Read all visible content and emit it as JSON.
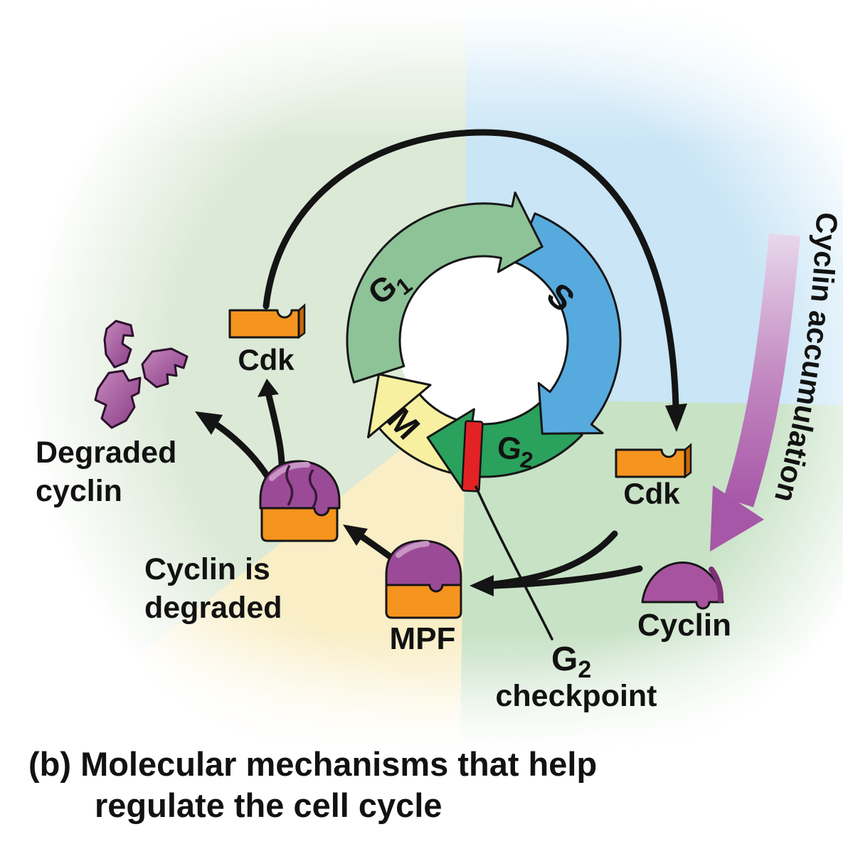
{
  "diagram": {
    "ring": {
      "g1": "G",
      "g1_sub": "1",
      "s": "S",
      "g2": "G",
      "g2_sub": "2",
      "m": "M"
    },
    "labels": {
      "cdk": "Cdk",
      "cyclin": "Cyclin",
      "mpf": "MPF",
      "degraded_line1": "Degraded",
      "degraded_line2": "cyclin",
      "cyclin_degraded_line1": "Cyclin is",
      "cyclin_degraded_line2": "degraded",
      "checkpoint_g": "G",
      "checkpoint_g_sub": "2",
      "checkpoint_word": "checkpoint",
      "cyclin_accumulation": "Cyclin accumulation"
    },
    "caption": {
      "line1": "(b) Molecular mechanisms that help",
      "line2": "regulate the cell cycle"
    },
    "colors": {
      "g1_arrow": "#8ec297",
      "s_arrow": "#57aade",
      "g2_arrow": "#2aa15c",
      "m_arrow": "#f7f0a0",
      "checkpoint_red": "#e32225",
      "cdk_orange": "#f5941e",
      "cyclin_purple": "#a8539f",
      "accumulation_purple": "#a757a7",
      "bg_blue": "#c9e5f6",
      "bg_green": "#c8e2c6",
      "bg_yellow": "#f9eec6",
      "bg_sage": "#dce9d7"
    }
  }
}
